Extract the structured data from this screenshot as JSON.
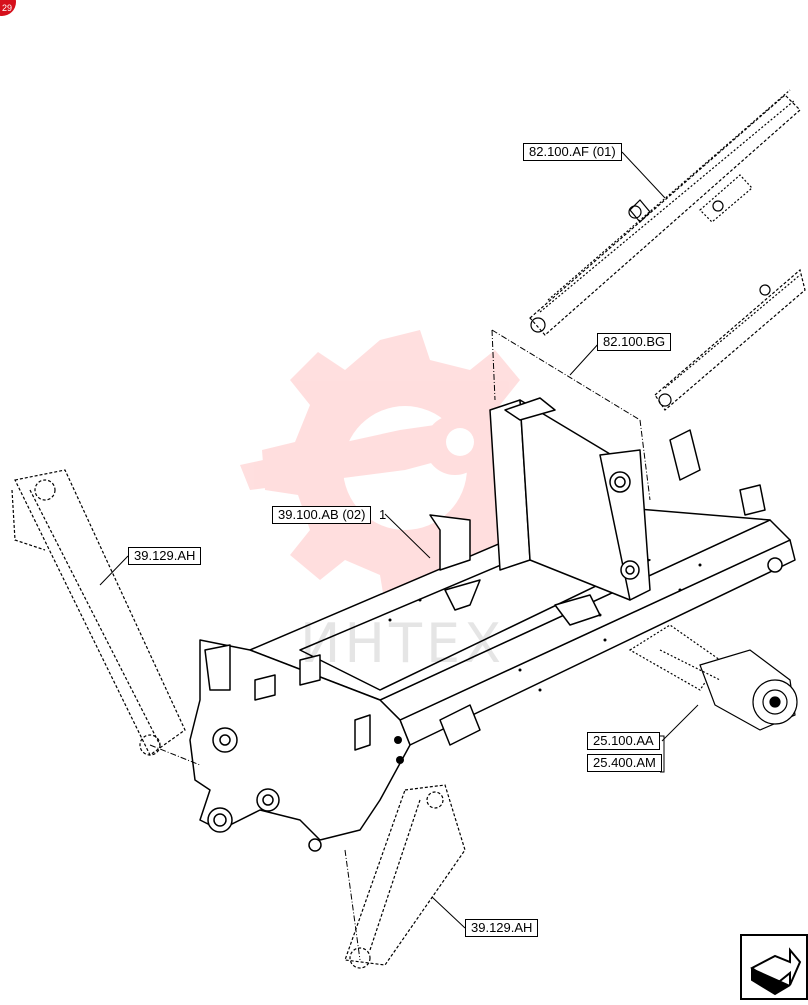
{
  "callouts": {
    "c1": "82.100.AF (01)",
    "c2": "82.100.BG",
    "c3": "39.100.AB (02)",
    "c3_item": "1",
    "c4": "39.129.AH",
    "c5": "25.100.AA",
    "c6": "25.400.AM",
    "c7": "39.129.AH"
  },
  "watermark": {
    "text": "ИНТЕХ",
    "color": "#ff3b3b"
  },
  "badge": {
    "text": "29",
    "color": "#d6101c"
  },
  "colors": {
    "line": "#000000",
    "background": "#ffffff"
  }
}
